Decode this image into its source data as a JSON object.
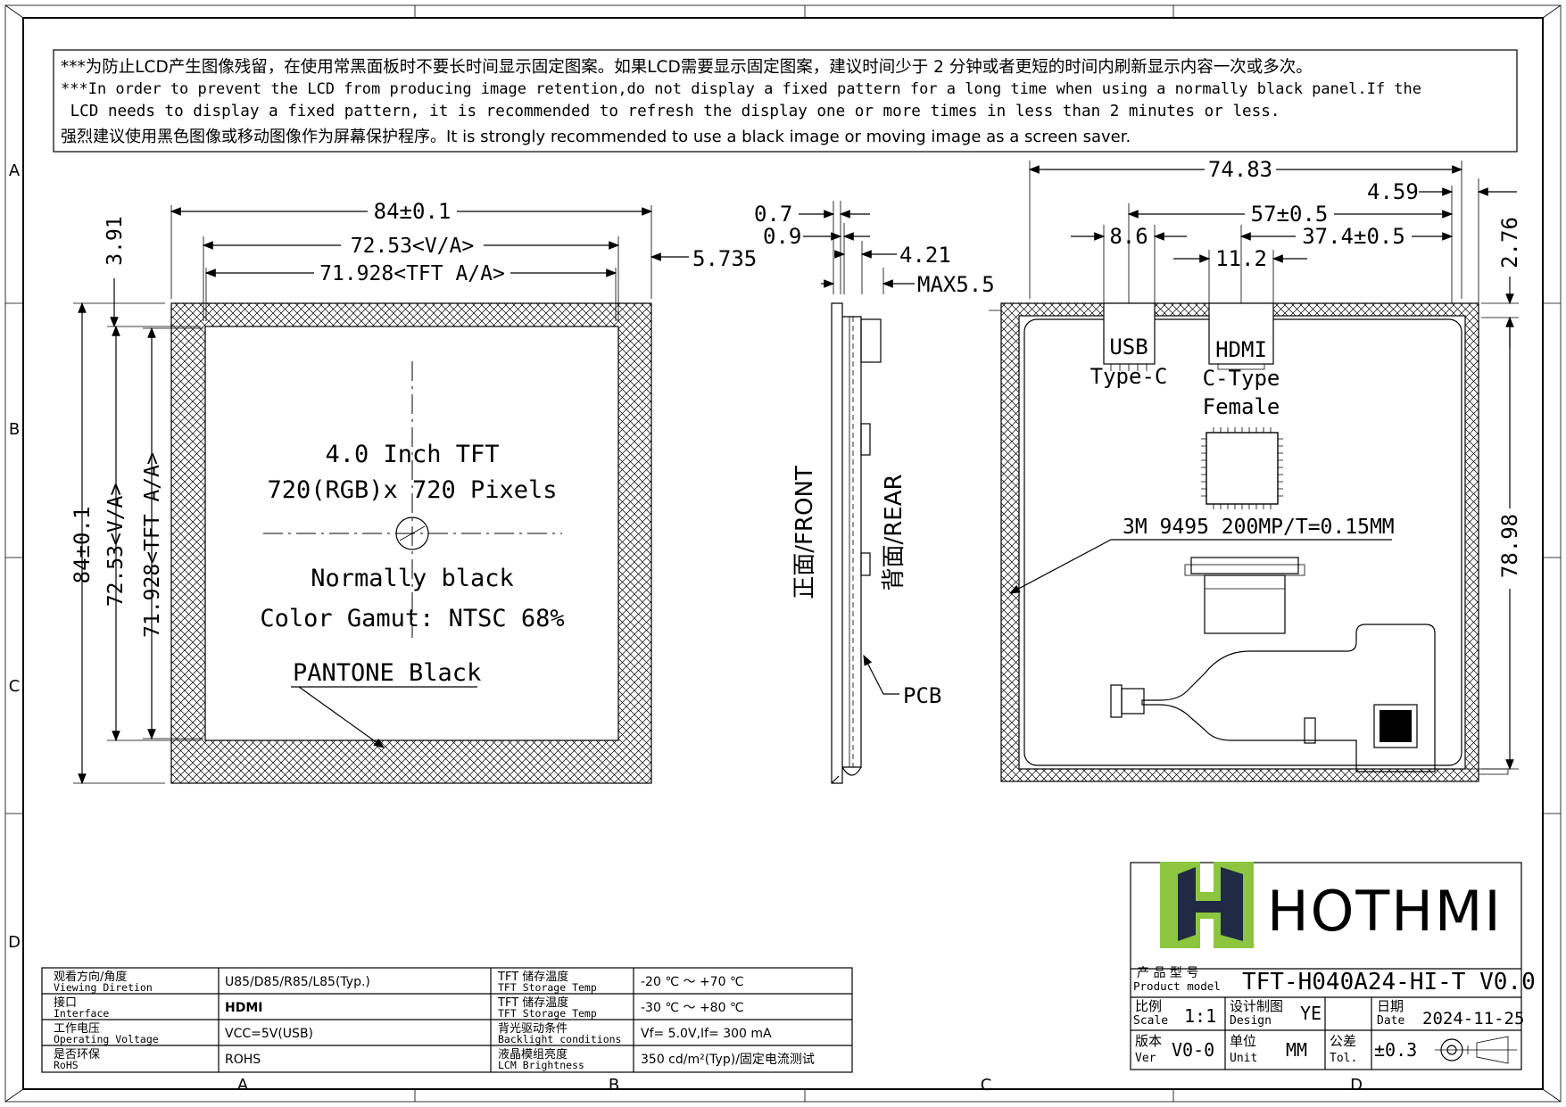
{
  "notice": {
    "line1": "***为防止LCD产生图像残留，在使用常黑面板时不要长时间显示固定图案。如果LCD需要显示固定图案，建议时间少于 2 分钟或者更短的时间内刷新显示内容一次或多次。",
    "line2": "***In order to prevent the LCD from producing image retention,do not display a fixed pattern for a long time when using a normally black panel.If the",
    "line3": " LCD needs to display a fixed pattern, it is recommended to refresh the display one or more times in less than 2 minutes or less.",
    "line4": "强烈建议使用黑色图像或移动图像作为屏幕保护程序。It is strongly recommended to use a black image or moving image as a screen saver."
  },
  "grid": {
    "cols": [
      "A",
      "B",
      "C",
      "D"
    ],
    "rows": [
      "A",
      "B",
      "C",
      "D"
    ]
  },
  "front_view": {
    "dim_width": "84±0.1",
    "dim_va": "72.53<V/A>",
    "dim_aa": "71.928<TFT A/A>",
    "dim_offset_right": "5.735",
    "dim_offset_top": "3.91",
    "dim_height": "84±0.1",
    "dim_va_v": "72.53<V/A>",
    "dim_aa_v": "71.928<TFT A/A>",
    "spec_line1": "4.0 Inch TFT",
    "spec_line2": "720(RGB)x 720 Pixels",
    "spec_line3": "Normally black",
    "spec_line4": "Color Gamut: NTSC 68%",
    "pantone": "PANTONE Black"
  },
  "side_view": {
    "d1": "0.7",
    "d2": "0.9",
    "d3": "4.21",
    "d4": "MAX5.5",
    "front_label": "正面/FRONT",
    "rear_label": "背面/REAR",
    "pcb_label": "PCB"
  },
  "rear_view": {
    "dim_total": "74.83",
    "dim_459": "4.59",
    "dim_57": "57±0.5",
    "dim_86": "8.6",
    "dim_374": "37.4±0.5",
    "dim_112": "11.2",
    "dim_276": "2.76",
    "dim_7898": "78.98",
    "usb_label": "USB",
    "usb_type": "Type-C",
    "hdmi_label": "HDMI",
    "hdmi_type": "C-Type",
    "hdmi_female": "Female",
    "tape_label": "3M 9495 200MP/T=0.15MM"
  },
  "spec_table": [
    {
      "k_cn": "观看方向/角度",
      "k_en": "Viewing Diretion",
      "v": "U85/D85/R85/L85(Typ.)",
      "k2_cn": "TFT 储存温度",
      "k2_en": "TFT Storage Temp",
      "v2": "-20 ℃ ～ +70 ℃"
    },
    {
      "k_cn": "接口",
      "k_en": "Interface",
      "v": "HDMI",
      "k2_cn": "TFT 储存温度",
      "k2_en": "TFT Storage Temp",
      "v2": "-30 ℃ ～ +80 ℃"
    },
    {
      "k_cn": "工作电压",
      "k_en": "Operating Voltage",
      "v": "VCC=5V(USB)",
      "k2_cn": "背光驱动条件",
      "k2_en": "Backlight conditions",
      "v2": "Vf= 5.0V,If= 300 mA"
    },
    {
      "k_cn": "是否环保",
      "k_en": "RoHS",
      "v": "ROHS",
      "k2_cn": "液晶模组亮度",
      "k2_en": "LCM Brightness",
      "v2": "350 cd/m²(Typ)/固定电流测试"
    }
  ],
  "title_block": {
    "logo_text": "HOTHMI",
    "model_cn": "产 品 型 号",
    "model_en": "Product model",
    "model_value": "TFT-H040A24-HI-T V0.0",
    "scale_cn": "比例",
    "scale_en": "Scale",
    "scale_value": "1:1",
    "design_cn": "设计制图",
    "design_en": "Design",
    "design_value": "YE",
    "date_cn": "日期",
    "date_en": "Date",
    "date_value": "2024-11-25",
    "ver_cn": "版本",
    "ver_en": "Ver",
    "ver_value": "V0-0",
    "unit_cn": "单位",
    "unit_en": "Unit",
    "unit_value": "MM",
    "tol_cn": "公差",
    "tol_en": "Tol.",
    "tol_value": "±0.3"
  },
  "colors": {
    "logo_green": "#8cc63f",
    "logo_dark": "#1f2a44"
  }
}
